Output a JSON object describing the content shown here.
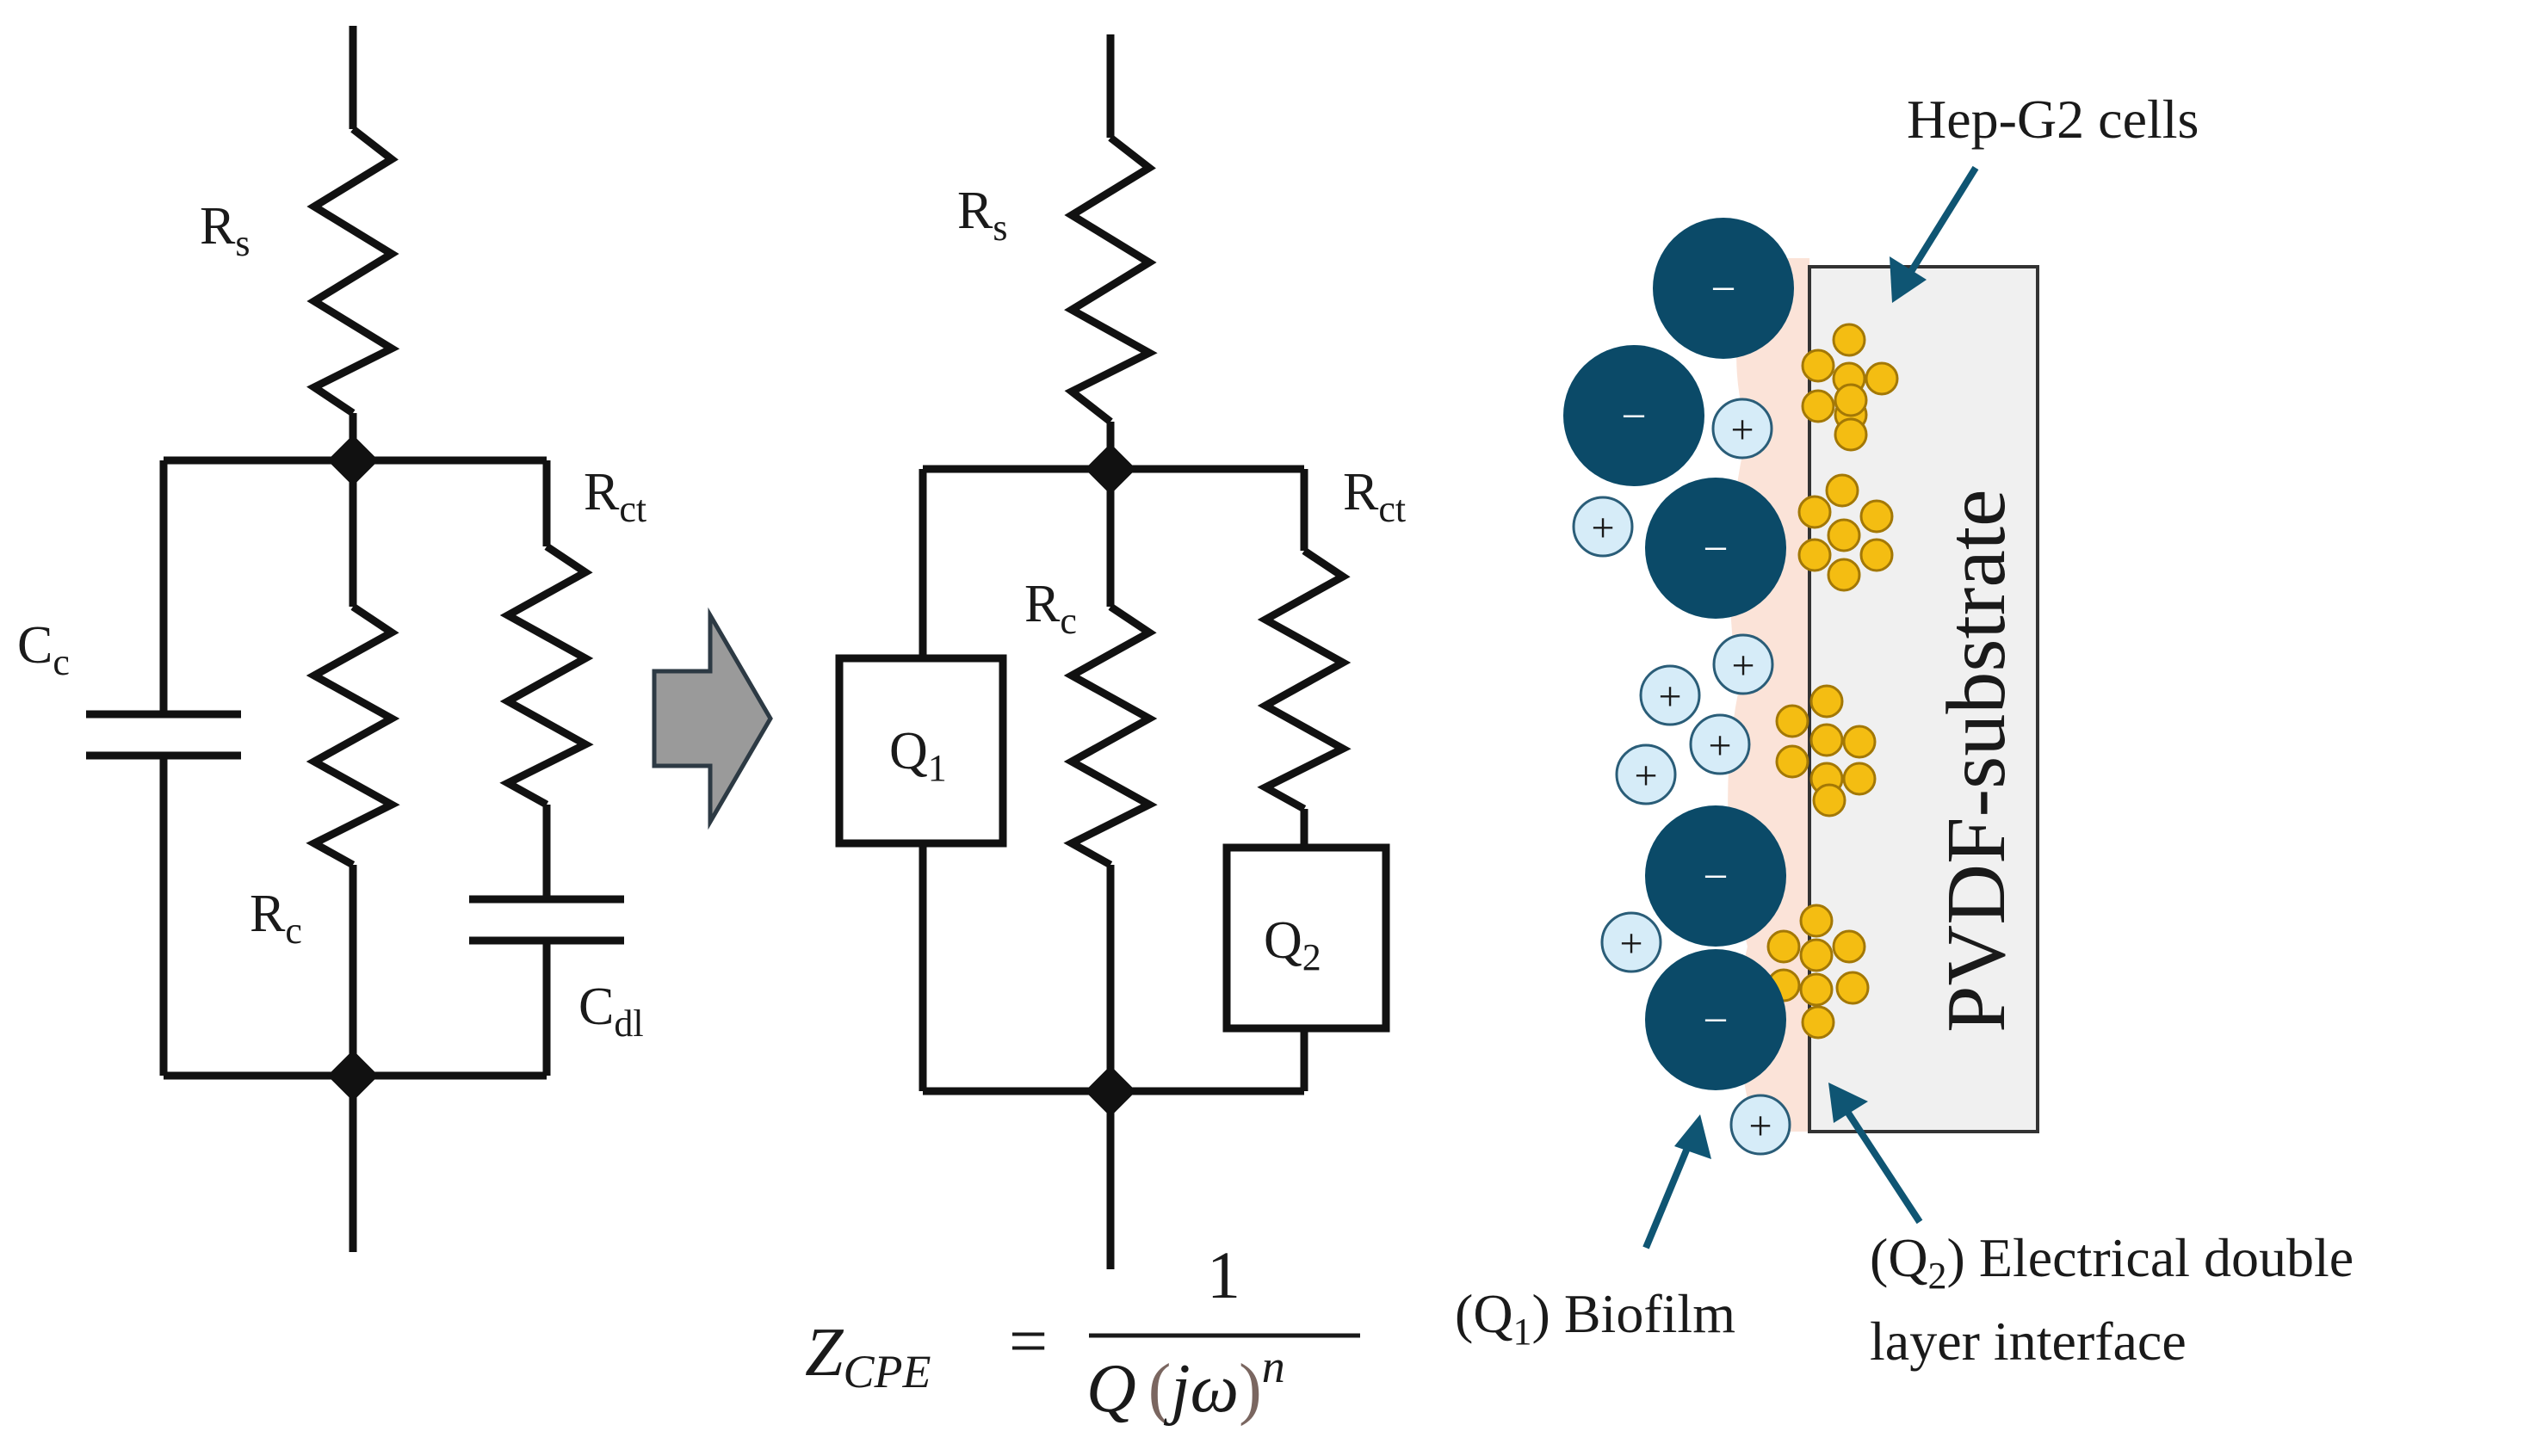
{
  "circuit_a": {
    "rs": {
      "main": "R",
      "sub": "s"
    },
    "rct": {
      "main": "R",
      "sub": "ct"
    },
    "cc": {
      "main": "C",
      "sub": "c"
    },
    "rc": {
      "main": "R",
      "sub": "c"
    },
    "cdl": {
      "main": "C",
      "sub": "dl"
    }
  },
  "circuit_b": {
    "rs": {
      "main": "R",
      "sub": "s"
    },
    "rct": {
      "main": "R",
      "sub": "ct"
    },
    "rc": {
      "main": "R",
      "sub": "c"
    },
    "q1": {
      "main": "Q",
      "sub": "1"
    },
    "q2": {
      "main": "Q",
      "sub": "2"
    }
  },
  "formula": {
    "lhs_main": "Z",
    "lhs_sub": "CPE",
    "equals": "=",
    "numerator": "1",
    "denominator_q": "Q",
    "denominator_paren_open": "(",
    "denominator_j": "jω",
    "denominator_paren_close": ")",
    "denominator_exp": "n"
  },
  "illustration": {
    "cells_label": "Hep-G2 cells",
    "substrate_label": "PVDF-substrate",
    "minus_sign": "−",
    "plus_sign": "+",
    "q1_label": {
      "open": "(Q",
      "sub": "1",
      "close": ") Biofilm"
    },
    "q2_label": {
      "open": "(Q",
      "sub": "2",
      "close": ") Electrical double",
      "line2": "layer interface"
    }
  },
  "colors": {
    "negative_ion": "#0b4a68",
    "positive_ion": "#d6ecf8",
    "cell_dot": "#f4bd12",
    "biofilm_layer": "#fbe3d8",
    "substrate": "#f0f0f0",
    "annotation_arrow": "#0f5573",
    "transition_arrow": "#9a9a9a"
  }
}
